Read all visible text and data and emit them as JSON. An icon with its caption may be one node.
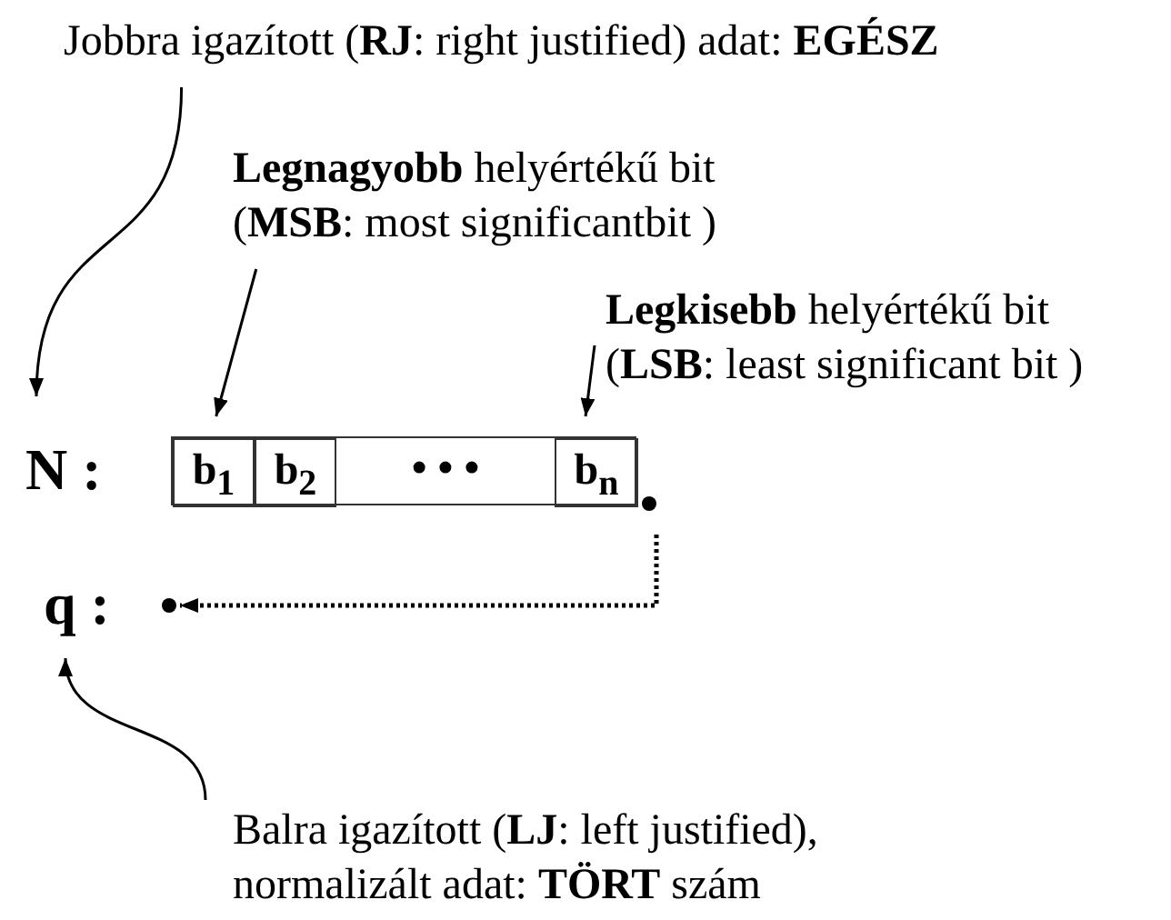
{
  "diagram": {
    "nodes": [
      {
        "text": [
          "Jobbra igazított (**RJ**: right justified) adat: **EGÉSZ**"
        ]
      },
      {
        "text": [
          "N :"
        ]
      },
      {
        "text": [
          "**Legnagyobb** helyértékű bit (**MSB**: most significantbit )"
        ]
      },
      {
        "text": [
          "**Legkisebb** helyértékű bit (**LSB**: least significant bit )"
        ]
      },
      {
        "text": [],
        "shape": "box"
      },
      {
        "text": [
          "b$_{1}$"
        ],
        "in": 4
      },
      {
        "text": [
          "b$_{2}$"
        ],
        "in": 4
      },
      {
        "text": [
          "• • •"
        ],
        "in": 4
      },
      {
        "text": [
          "b$_{n}$"
        ],
        "in": 4
      },
      {
        "text": [],
        "shape": "circle"
      },
      {
        "text": [
          "q :"
        ]
      },
      {
        "text": [],
        "shape": "circle"
      },
      {
        "text": [
          "Balra igazított (**LJ**: left justified), normalizált adat: **TÖRT** szám"
        ]
      }
    ],
    "edges": [
      {
        "from": 0,
        "to": 1,
        "arrow": "to"
      },
      {
        "from": 2,
        "to": 5,
        "arrow": "to"
      },
      {
        "from": 3,
        "to": 8,
        "arrow": "to"
      },
      {
        "from": 9,
        "to": 11,
        "arrow": "to",
        "style": "dashed"
      },
      {
        "from": 12,
        "to": 10,
        "arrow": "to"
      }
    ]
  }
}
